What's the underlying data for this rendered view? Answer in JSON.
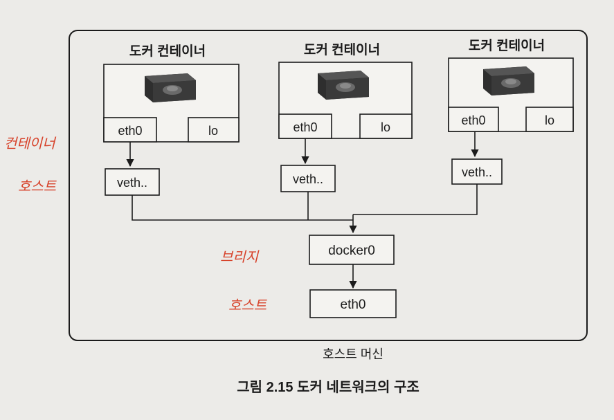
{
  "containers": [
    {
      "title": "도커 컨테이너",
      "eth": "eth0",
      "lo": "lo",
      "veth": "veth.."
    },
    {
      "title": "도커 컨테이너",
      "eth": "eth0",
      "lo": "lo",
      "veth": "veth.."
    },
    {
      "title": "도커 컨테이너",
      "eth": "eth0",
      "lo": "lo",
      "veth": "veth.."
    }
  ],
  "bridge": "docker0",
  "host_eth": "eth0",
  "host_label": "호스트 머신",
  "caption": "그림 2.15 도커 네트워크의 구조",
  "handwritten": {
    "container": "컨테이너",
    "host_1": "호스트",
    "bridge": "브리지",
    "host_2": "호스트"
  },
  "colors": {
    "page": "#ecebe8",
    "line": "#1b1b1b",
    "handwriting": "#d7422a"
  }
}
